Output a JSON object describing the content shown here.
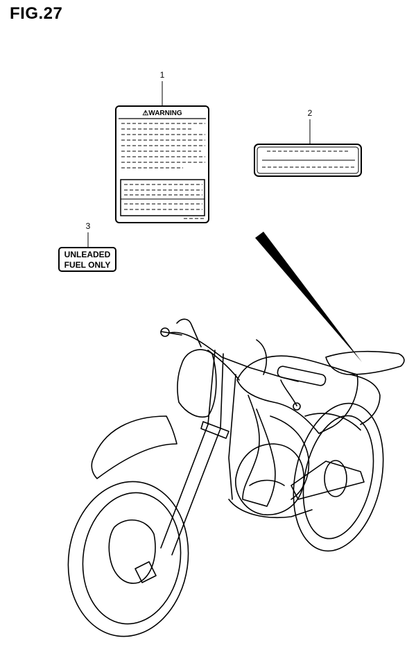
{
  "figure": {
    "title": "FIG.27"
  },
  "parts": [
    {
      "callout": "1",
      "warning_text": "⚠WARNING"
    },
    {
      "callout": "2"
    },
    {
      "callout": "3",
      "text_line1": "UNLEADED",
      "text_line2": "FUEL ONLY"
    }
  ]
}
